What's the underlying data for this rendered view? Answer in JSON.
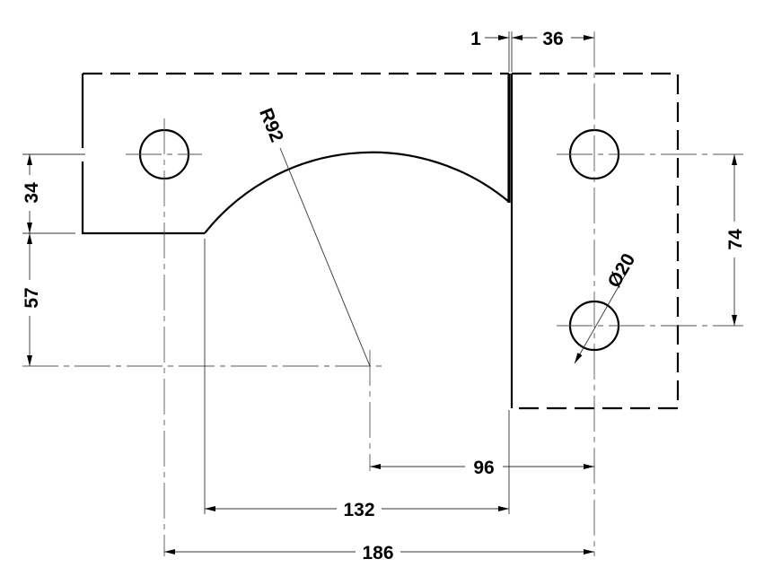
{
  "drawing": {
    "line_color": "#000000",
    "dimensions": {
      "gap": "1",
      "hole_offset_top": "36",
      "left_hole_to_edge": "34",
      "edge_to_arc_center": "57",
      "hole_spacing_vertical": "74",
      "arc_center_to_hole": "96",
      "arc_start_to_edge": "132",
      "hole_to_hole_horizontal": "186",
      "radius": "R92",
      "hole_diameter": "Ø20"
    }
  }
}
